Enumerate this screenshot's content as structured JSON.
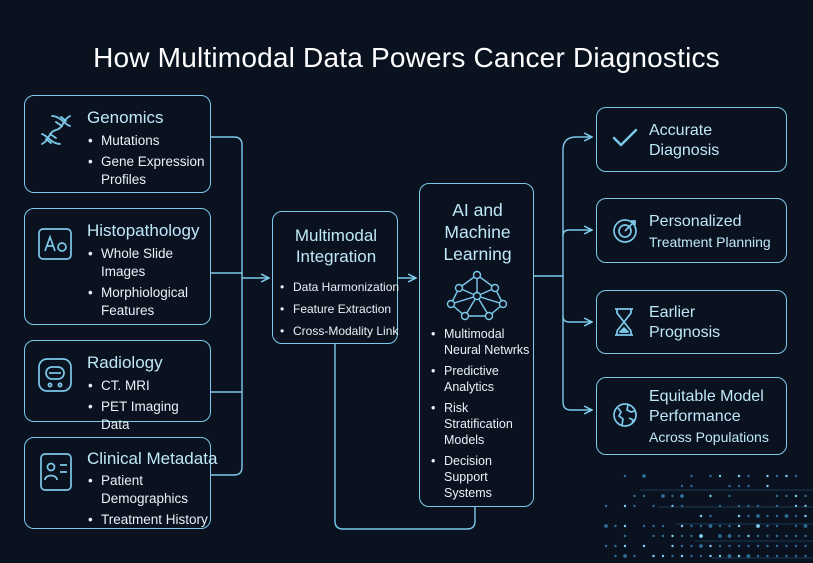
{
  "title": "How Multimodal Data Powers Cancer Diagnostics",
  "sources": [
    {
      "title": "Genomics",
      "icon": "dna-icon",
      "items": [
        "Mutations",
        "Gene Expression Profiles"
      ]
    },
    {
      "title": "Histopathology",
      "icon": "slide-image-icon",
      "items": [
        "Whole Slide Images",
        "Morphiological Features"
      ]
    },
    {
      "title": "Radiology",
      "icon": "scanner-icon",
      "items": [
        "CT. MRI",
        "PET Imaging Data"
      ]
    },
    {
      "title": "Clinical Metadata",
      "icon": "patient-record-icon",
      "items": [
        "Patient Demographics",
        "Treatment History"
      ]
    }
  ],
  "integration": {
    "title": "Multimodal Integration",
    "items": [
      "Data Harmonization",
      "Feature Extraction",
      "Cross-Modality Link"
    ]
  },
  "ai": {
    "title": "AI and Machine Learning",
    "icon": "neural-network-icon",
    "items": [
      "Multimodal Neural Netwrks",
      "Predictive Analytics",
      "Risk Stratification Models",
      "Decision Support Systems"
    ]
  },
  "outcomes": [
    {
      "line1": "Accurate",
      "line2": "Diagnosis",
      "icon": "checkmark-icon"
    },
    {
      "line1": "Personalized",
      "line2": "Treatment Planning",
      "icon": "target-icon"
    },
    {
      "line1": "Earlier",
      "line2": "Prognosis",
      "icon": "hourglass-icon"
    },
    {
      "line1": "Equitable Model",
      "line2": "Performance",
      "line3": "Across Populations",
      "icon": "globe-icon"
    }
  ],
  "colors": {
    "background": "#0a1220",
    "line": "#7cc9ea",
    "heading": "#bfe8f8",
    "text": "#e8f2f8"
  }
}
